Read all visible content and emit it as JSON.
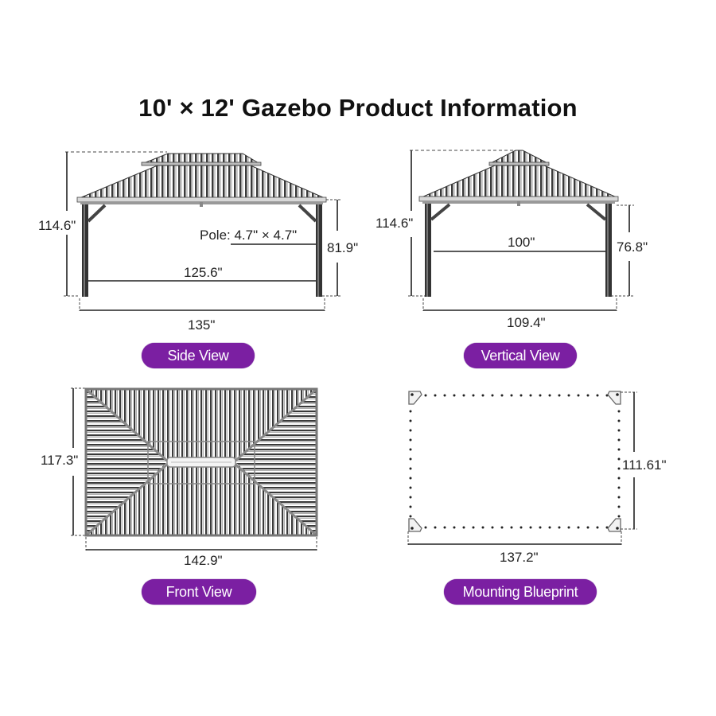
{
  "title": "10' × 12' Gazebo Product Information",
  "colors": {
    "pill": "#7b1fa2",
    "pill_text": "#ffffff",
    "line": "#222222",
    "roof": "#555555"
  },
  "views": {
    "side": {
      "label": "Side View",
      "total_height": "114.6\"",
      "pole_size": "Pole: 4.7\" × 4.7\"",
      "clear_height": "81.9\"",
      "inner_width": "125.6\"",
      "outer_width": "135\""
    },
    "vertical": {
      "label": "Vertical View",
      "total_height": "114.6\"",
      "inner_width": "100\"",
      "clear_height": "76.8\"",
      "outer_width": "109.4\""
    },
    "front": {
      "label": "Front View",
      "depth": "117.3\"",
      "width": "142.9\""
    },
    "blueprint": {
      "label": "Mounting Blueprint",
      "depth": "111.61\"",
      "width": "137.2\""
    }
  }
}
